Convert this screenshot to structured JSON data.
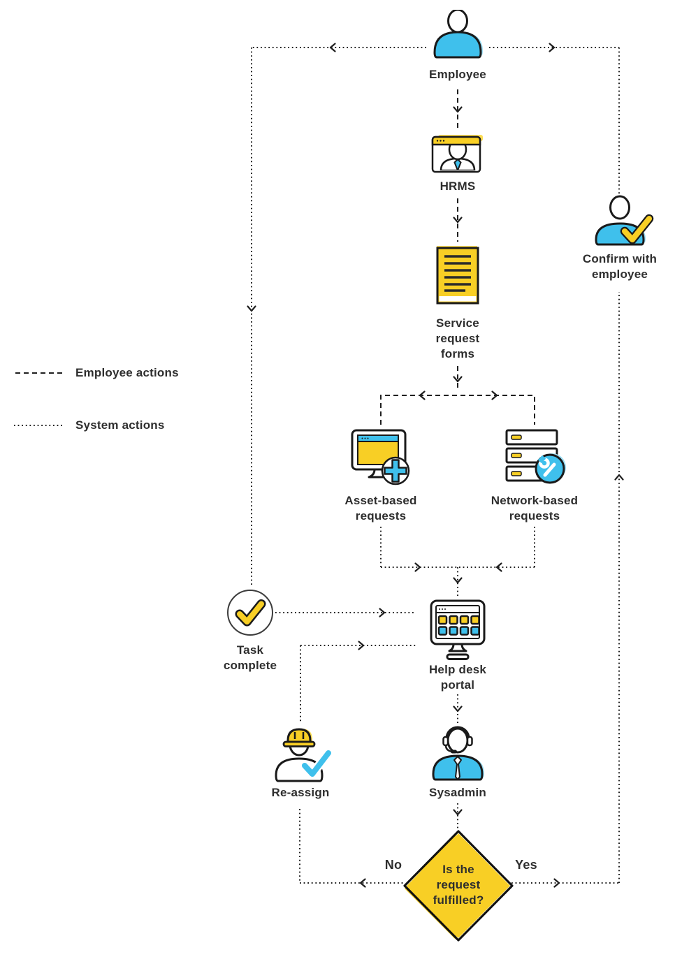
{
  "colors": {
    "accent_blue": "#3fc0ec",
    "accent_yellow": "#f8cf25",
    "line_black": "#1f1f1f",
    "text_dark": "#2e2e2e"
  },
  "legend": {
    "employee_actions": "Employee actions",
    "system_actions": "System actions"
  },
  "nodes": {
    "employee": {
      "label": "Employee"
    },
    "hrms": {
      "label": "HRMS"
    },
    "service_request_forms": {
      "lines": [
        "Service",
        "request",
        "forms"
      ]
    },
    "asset_requests": {
      "lines": [
        "Asset-based",
        "requests"
      ]
    },
    "network_requests": {
      "lines": [
        "Network-based",
        "requests"
      ]
    },
    "help_desk_portal": {
      "lines": [
        "Help desk",
        "portal"
      ]
    },
    "task_complete": {
      "lines": [
        "Task",
        "complete"
      ]
    },
    "reassign": {
      "label": "Re-assign"
    },
    "sysadmin": {
      "label": "Sysadmin"
    },
    "confirm_with_employee": {
      "lines": [
        "Confirm with",
        "employee"
      ]
    },
    "decision": {
      "lines": [
        "Is the",
        "request",
        "fulfilled?"
      ],
      "no_label": "No",
      "yes_label": "Yes"
    }
  }
}
